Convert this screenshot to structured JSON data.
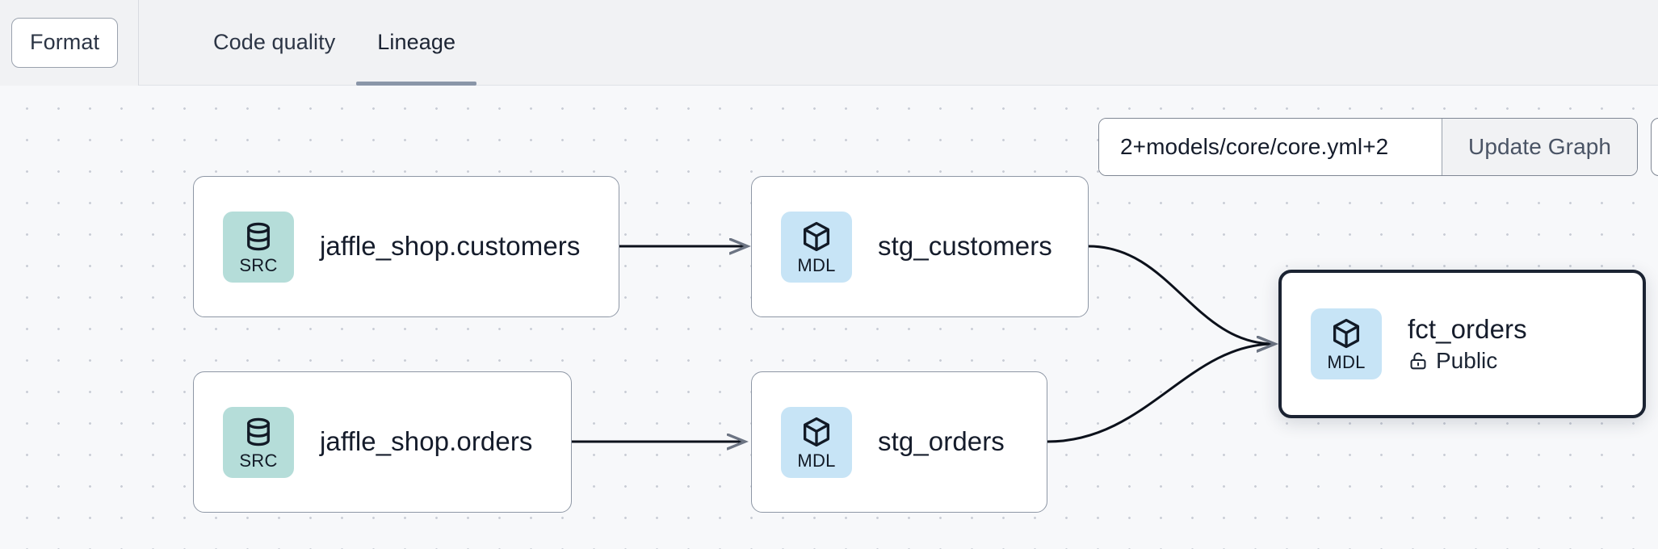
{
  "topbar": {
    "format_label": "Format",
    "tabs": [
      {
        "label": "Code quality",
        "active": false
      },
      {
        "label": "Lineage",
        "active": true
      }
    ]
  },
  "toolbar": {
    "selector_value": "2+models/core/core.yml+2",
    "selector_placeholder": "",
    "update_label": "Update Graph"
  },
  "graph": {
    "nodes": [
      {
        "id": "src-customers",
        "badge": "SRC",
        "badge_type": "src",
        "icon": "database-icon",
        "title": "jaffle_shop.customers",
        "subtitle": "",
        "selected": false
      },
      {
        "id": "mdl-stg-customers",
        "badge": "MDL",
        "badge_type": "mdl",
        "icon": "cube-icon",
        "title": "stg_customers",
        "subtitle": "",
        "selected": false
      },
      {
        "id": "src-orders",
        "badge": "SRC",
        "badge_type": "src",
        "icon": "database-icon",
        "title": "jaffle_shop.orders",
        "subtitle": "",
        "selected": false
      },
      {
        "id": "mdl-stg-orders",
        "badge": "MDL",
        "badge_type": "mdl",
        "icon": "cube-icon",
        "title": "stg_orders",
        "subtitle": "",
        "selected": false
      },
      {
        "id": "mdl-fct-orders",
        "badge": "MDL",
        "badge_type": "mdl",
        "icon": "cube-icon",
        "title": "fct_orders",
        "subtitle": "Public",
        "subtitle_icon": "unlock-icon",
        "selected": true
      }
    ]
  },
  "colors": {
    "canvas_bg": "#F7F8FA",
    "topbar_bg": "#F1F2F4",
    "src_badge": "#B5DDD9",
    "mdl_badge": "#C7E4F6",
    "node_border": "#8E97A5",
    "selected_border": "#1B2332",
    "tab_underline": "#8A96A8",
    "edge_stroke": "#0C111B"
  }
}
